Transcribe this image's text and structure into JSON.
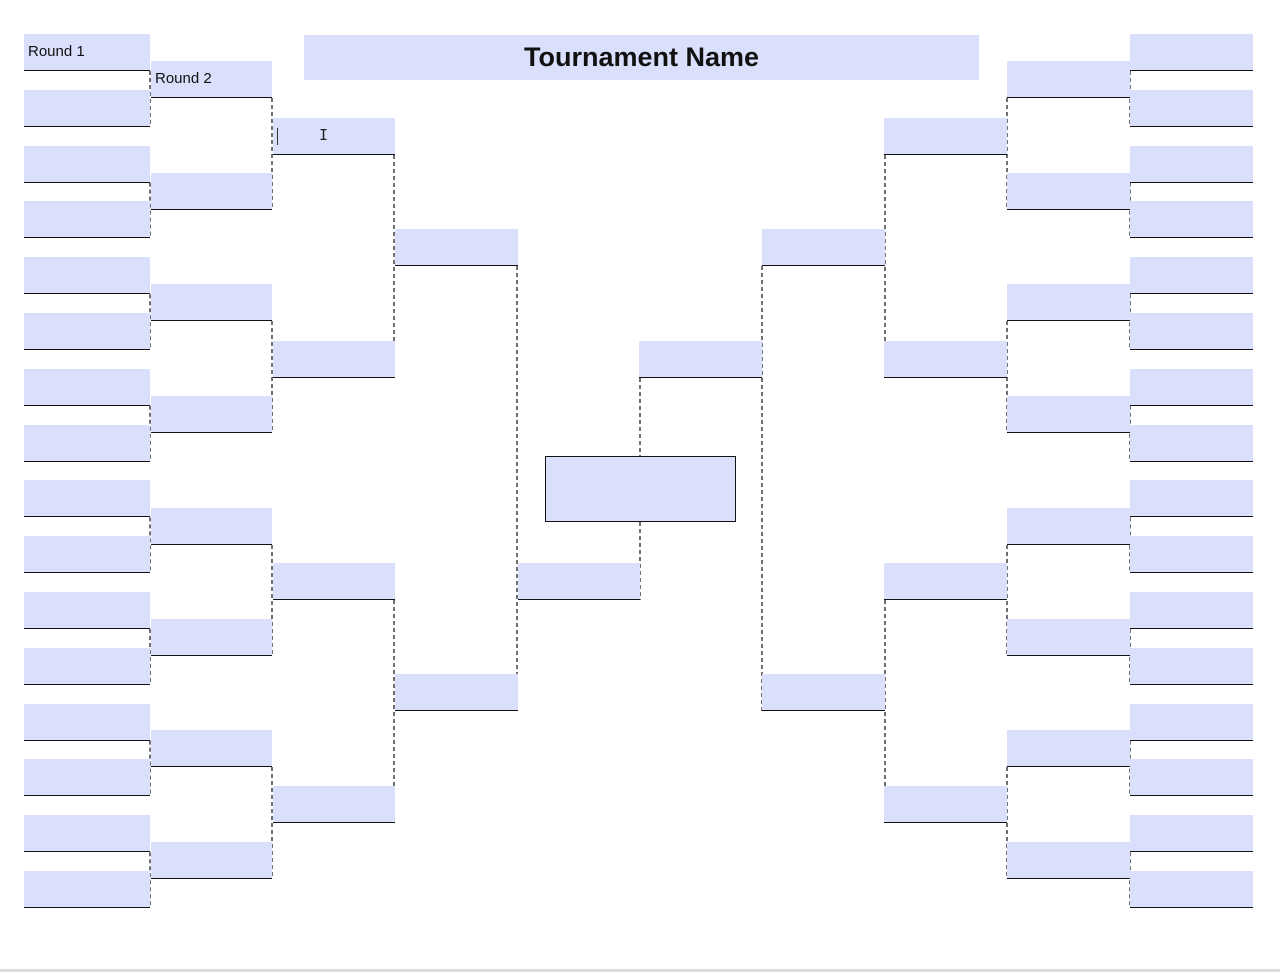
{
  "title": "Tournament Name",
  "rounds": {
    "round1_label": "Round 1",
    "round2_label": "Round 2"
  },
  "colors": {
    "field_fill": "#dadffb",
    "line": "#111111",
    "background": "#ffffff"
  },
  "cursor": "i-beam-cursor"
}
